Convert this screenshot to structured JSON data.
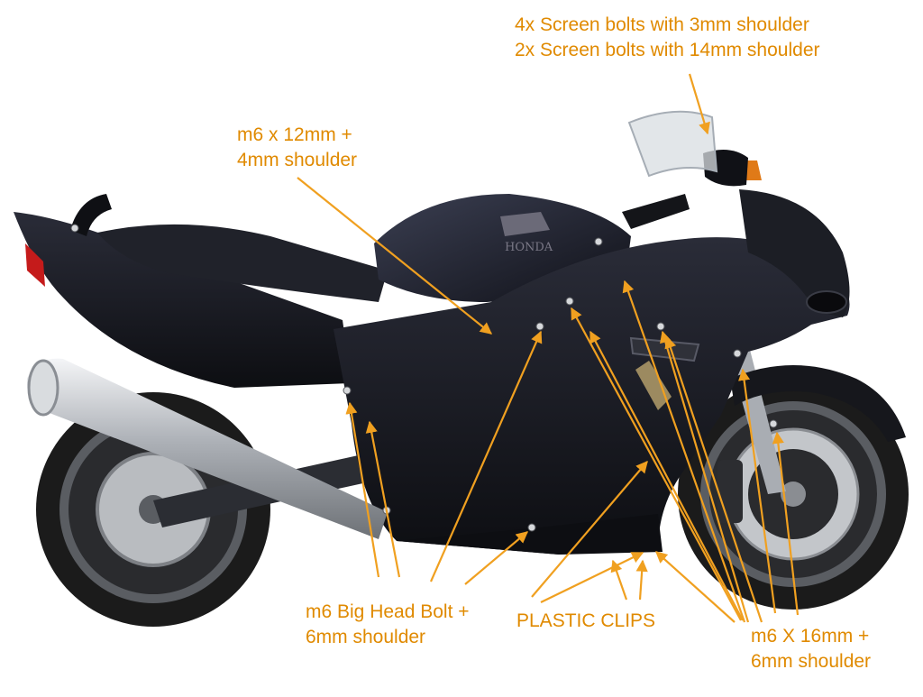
{
  "labels": {
    "screen_bolts": "4x Screen bolts with 3mm shoulder\n2x Screen bolts with 14mm shoulder",
    "m6x12": "m6 x 12mm +\n4mm shoulder",
    "bighead": "m6 Big Head Bolt +\n6mm shoulder",
    "clips": "PLASTIC CLIPS",
    "m6x16": "m6 X 16mm +\n6mm shoulder"
  },
  "colors": {
    "annotation": "#f0a020",
    "label_text": "#e08a00",
    "bike_body": "#15161c",
    "chrome": "#c9ccd1",
    "tyre": "#1b1b1b"
  }
}
